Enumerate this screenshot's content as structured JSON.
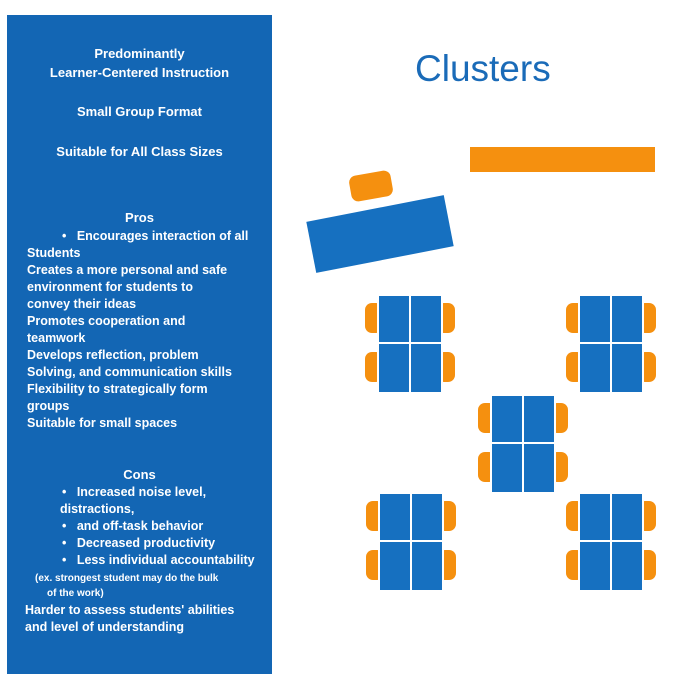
{
  "panel": {
    "heading_line1": "Predominantly",
    "heading_line2": "Learner-Centered Instruction",
    "format": "Small Group Format",
    "suitability": "Suitable for All Class Sizes",
    "pros_title": "Pros",
    "pros_bullet": "Encourages interaction of all",
    "pros_lines": [
      "Students",
      "Creates a more personal and safe",
      "environment for students to",
      "convey their ideas",
      "Promotes cooperation and",
      "teamwork",
      "Develops reflection, problem",
      "Solving, and communication skills",
      "Flexibility to strategically form",
      "groups",
      "Suitable for small spaces"
    ],
    "cons_title": "Cons",
    "cons_bullet1": "Increased noise level,",
    "cons_line1": "distractions,",
    "cons_bullet2": "and off-task behavior",
    "cons_bullet3": "Decreased productivity",
    "cons_bullet4": "Less individual accountability",
    "cons_note1": "(ex. strongest student may do the bulk",
    "cons_note2": "of the work)",
    "cons_tail1": "Harder to assess students' abilities",
    "cons_tail2": "and level of understanding"
  },
  "diagram": {
    "title": "Clusters",
    "colors": {
      "desk": "#1670c0",
      "chair": "#f5900f",
      "panel": "#1366b4"
    },
    "cluster_count": 5
  }
}
